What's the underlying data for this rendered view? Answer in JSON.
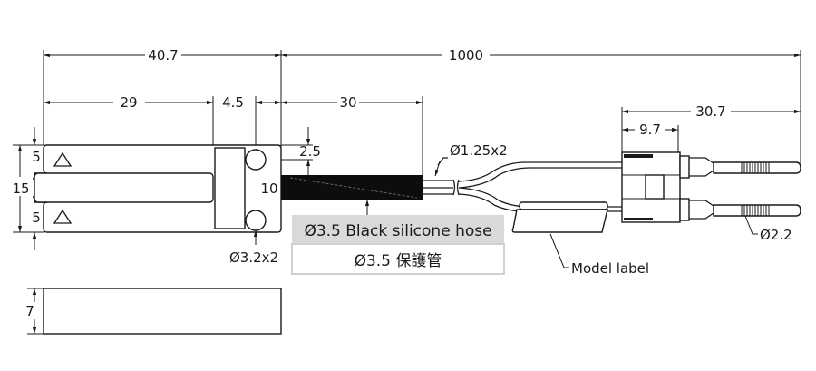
{
  "dimensions": {
    "overall_sensor_length": "40.7",
    "cable_length": "1000",
    "slot_length": "29",
    "hole_offset": "4.5",
    "hose_length": "30",
    "hole_edge_offset": "2.5",
    "hole_spacing": "10",
    "total_height": "15",
    "top_tab_height": "5",
    "bottom_tab_height": "5",
    "thickness": "7",
    "connector_length": "30.7",
    "connector_body_length": "9.7"
  },
  "callouts": {
    "wire_diameter": "Ø1.25x2",
    "hole_diameter": "Ø3.2x2",
    "pin_diameter": "Ø2.2",
    "model_label": "Model label"
  },
  "hose_box": {
    "english": "Ø3.5 Black silicone hose",
    "chinese": "Ø3.5 保護管"
  },
  "colors": {
    "line": "#1a1a1a",
    "hose": "#0d0d0d",
    "box_fill": "#d9d9d9"
  }
}
